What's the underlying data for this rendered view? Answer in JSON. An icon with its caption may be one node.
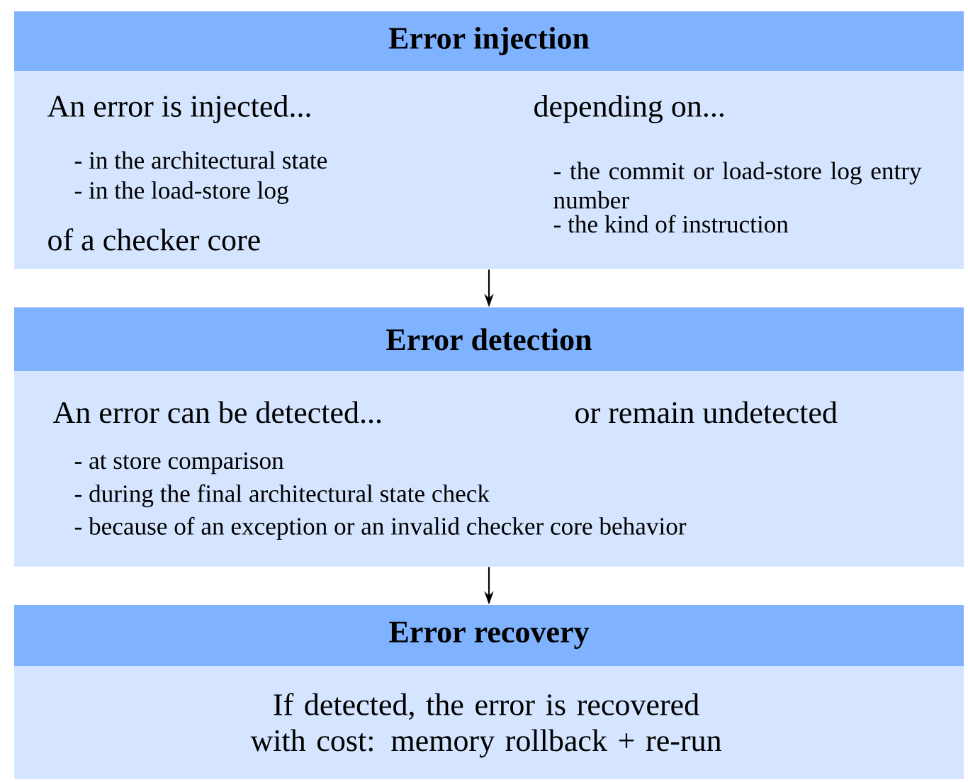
{
  "diagram": {
    "nodes": [
      {
        "text": [
          "Error injection",
          "An error is injected...",
          "- in the architectural state",
          "- in the load-store log",
          "of a checker core",
          "depending on...",
          "- the commit or load-store log entry number",
          "- the kind of instruction"
        ]
      },
      {
        "text": [
          "Error detection",
          "An error can be detected...",
          "or remain undetected",
          "- at store comparison",
          "- during the final architectural state check",
          "- because of an exception or an invalid checker core behavior"
        ]
      },
      {
        "text": [
          "Error recovery",
          "If detected, the error is recovered with cost: memory rollback + re-run"
        ]
      }
    ],
    "edges": [
      {
        "from": 0,
        "to": 1,
        "arrow": "to"
      },
      {
        "from": 1,
        "to": 2,
        "arrow": "to"
      }
    ]
  }
}
